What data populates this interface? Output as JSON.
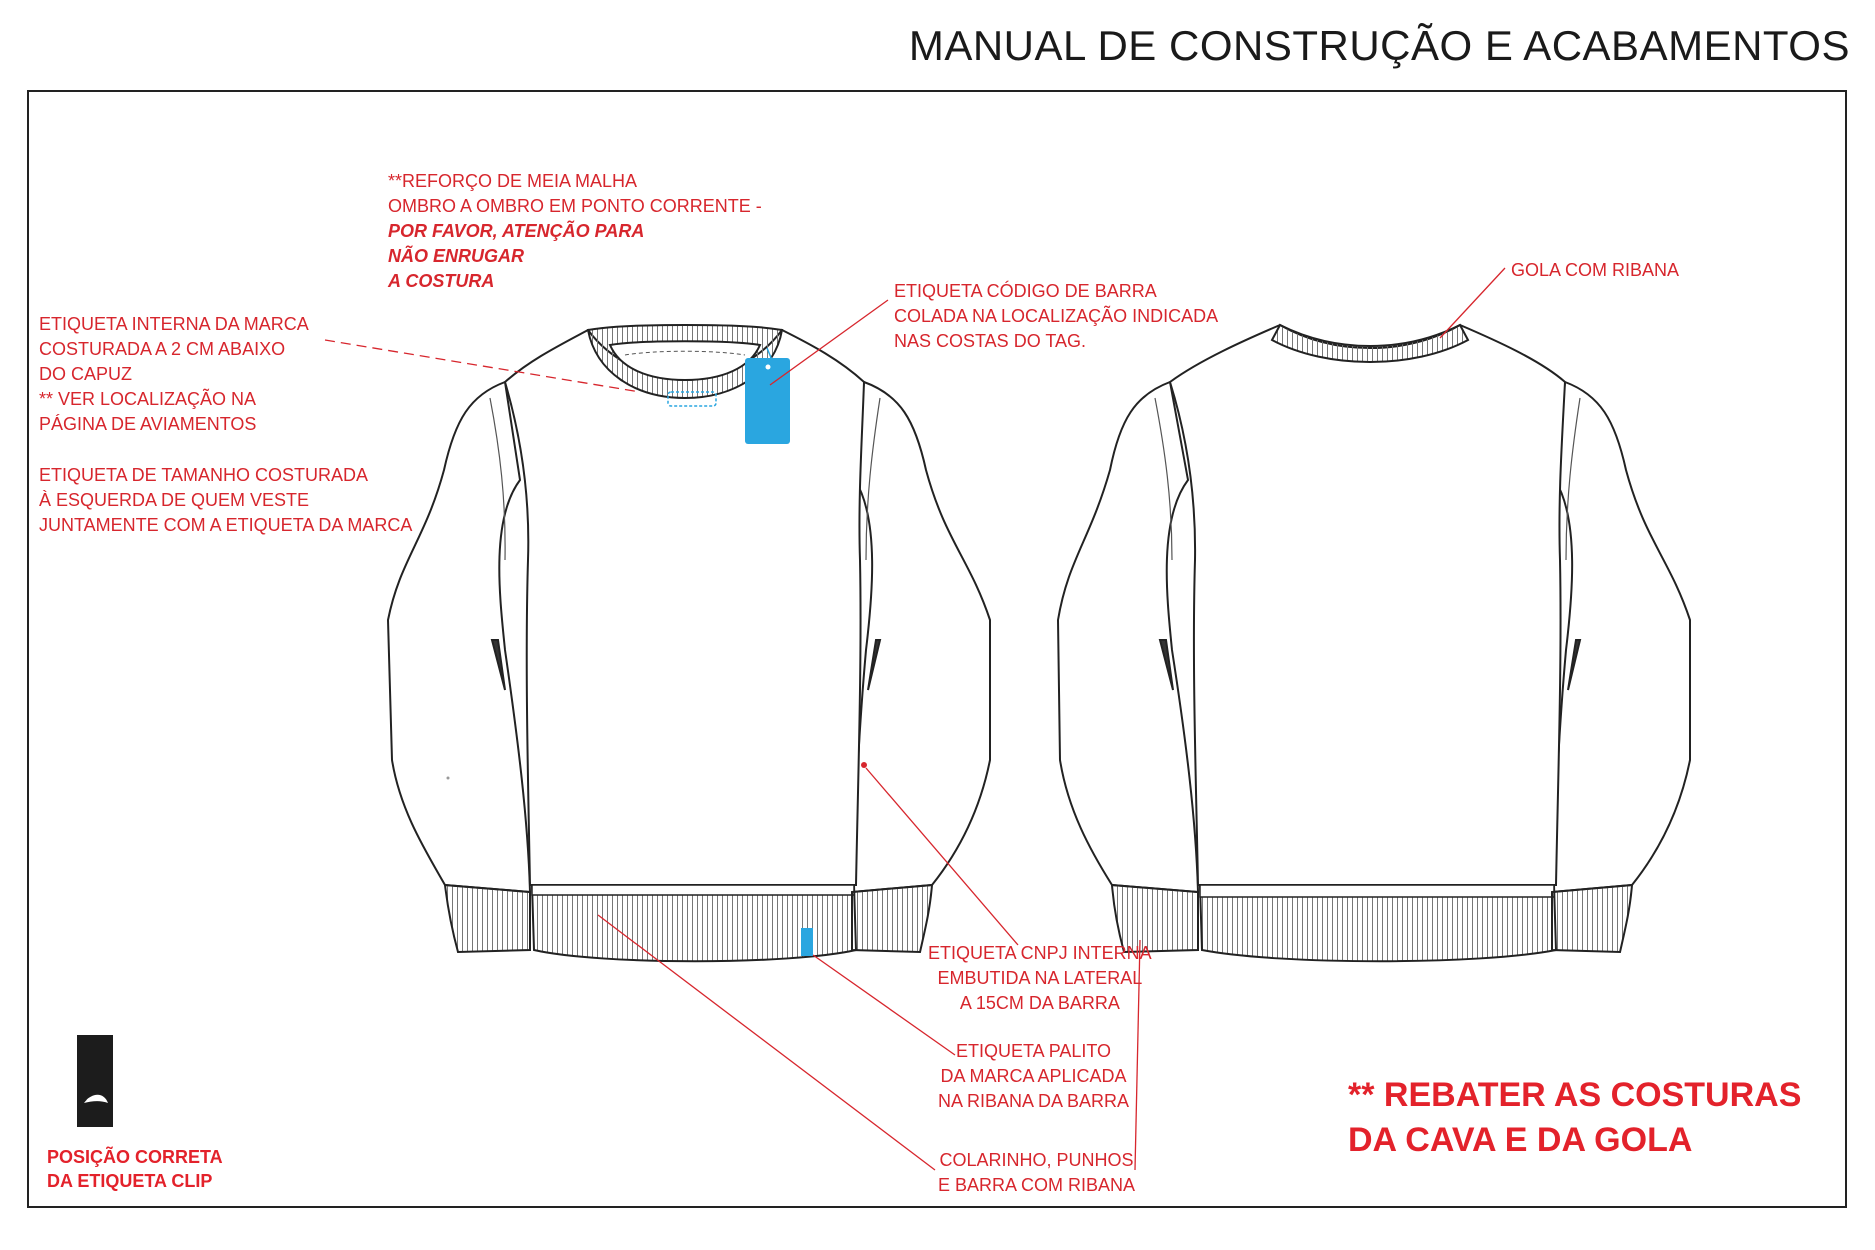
{
  "title": "MANUAL DE CONSTRUÇÃO E ACABAMENTOS",
  "notes": {
    "reforco": [
      "**REFORÇO DE MEIA MALHA",
      "OMBRO A OMBRO EM PONTO CORRENTE -"
    ],
    "reforco_emphasis": [
      "POR FAVOR, ATENÇÃO PARA",
      "NÃO ENRUGAR",
      "A COSTURA"
    ],
    "etiqueta_interna": [
      "ETIQUETA INTERNA DA MARCA",
      "COSTURADA A 2 CM ABAIXO",
      "DO CAPUZ",
      "** VER LOCALIZAÇÃO NA",
      "PÁGINA DE AVIAMENTOS"
    ],
    "etiqueta_tamanho": [
      "ETIQUETA DE TAMANHO COSTURADA",
      "À ESQUERDA DE QUEM VESTE",
      "JUNTAMENTE COM A ETIQUETA DA MARCA"
    ],
    "codigo_barra": [
      "ETIQUETA CÓDIGO DE BARRA",
      "COLADA NA  LOCALIZAÇÃO INDICADA",
      "NAS COSTAS DO TAG."
    ],
    "gola": [
      "GOLA COM RIBANA"
    ],
    "cnpj": [
      "ETIQUETA CNPJ INTERNA",
      "EMBUTIDA NA LATERAL",
      "A 15CM DA BARRA"
    ],
    "palito": [
      "ETIQUETA PALITO",
      "DA MARCA APLICADA",
      "NA RIBANA DA BARRA"
    ],
    "colarinho": [
      "COLARINHO, PUNHOS",
      "E BARRA COM RIBANA"
    ]
  },
  "rebater": [
    "** REBATER AS COSTURAS",
    "DA CAVA E DA GOLA"
  ],
  "clip_caption": [
    "POSIÇÃO CORRETA",
    "DA ETIQUETA CLIP"
  ],
  "colors": {
    "annotation": "#d7262d",
    "tag": "#2aa6e0",
    "outline": "#222222",
    "clip_label": "#1c1c1c"
  },
  "icons": [
    "hang-tag",
    "clip-label-logo"
  ]
}
